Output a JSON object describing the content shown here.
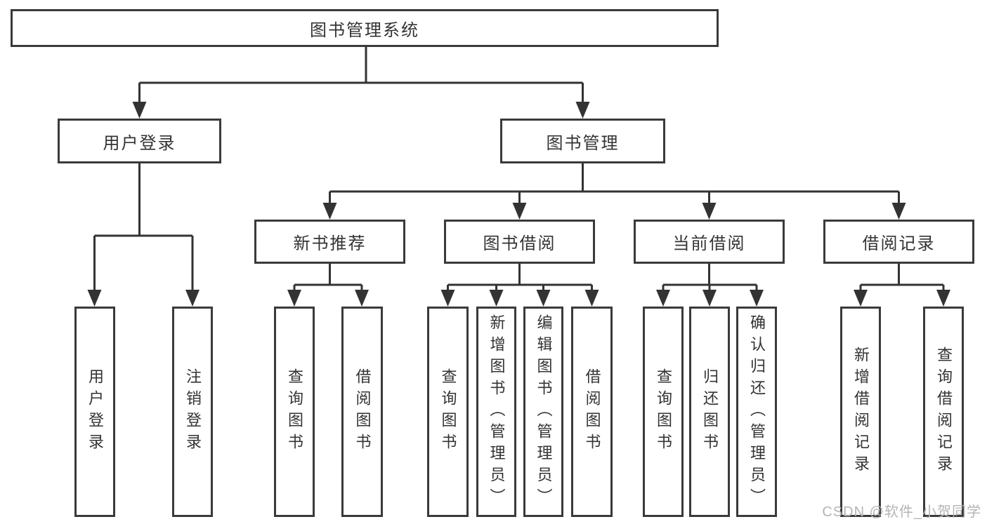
{
  "diagram": {
    "tree": {
      "label": "图书管理系统",
      "children": [
        {
          "label": "用户登录",
          "children": [
            {
              "label": "用户登录"
            },
            {
              "label": "注销登录"
            }
          ]
        },
        {
          "label": "图书管理",
          "children": [
            {
              "label": "新书推荐",
              "children": [
                {
                  "label": "查询图书"
                },
                {
                  "label": "借阅图书"
                }
              ]
            },
            {
              "label": "图书借阅",
              "children": [
                {
                  "label": "查询图书"
                },
                {
                  "label": "新增图书（管理员）"
                },
                {
                  "label": "编辑图书（管理员）"
                },
                {
                  "label": "借阅图书"
                }
              ]
            },
            {
              "label": "当前借阅",
              "children": [
                {
                  "label": "查询图书"
                },
                {
                  "label": "归还图书"
                },
                {
                  "label": "确认归还（管理员）"
                }
              ]
            },
            {
              "label": "借阅记录",
              "children": [
                {
                  "label": "新增借阅记录"
                },
                {
                  "label": "查询借阅记录"
                }
              ]
            }
          ]
        }
      ]
    },
    "colors": {
      "line": "#333333",
      "box_border": "#3a3a3a",
      "text": "#333333",
      "watermark": "#b4b4b6",
      "background": "#ffffff"
    }
  },
  "watermark": {
    "text": "CSDN @软件_小贺同学"
  }
}
